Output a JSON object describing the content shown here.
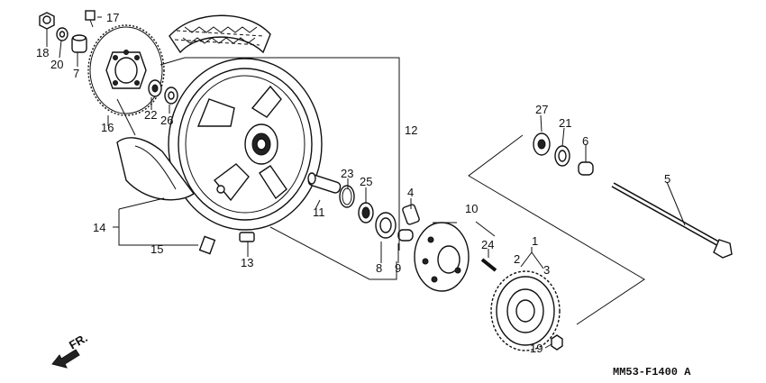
{
  "diagram": {
    "code": "MM53-F1400 A",
    "direction_label": "FR.",
    "callouts": [
      "1",
      "2",
      "3",
      "4",
      "5",
      "6",
      "7",
      "8",
      "9",
      "10",
      "11",
      "12",
      "13",
      "14",
      "15",
      "16",
      "17",
      "18",
      "19",
      "20",
      "21",
      "22",
      "23",
      "24",
      "25",
      "26",
      "27"
    ]
  }
}
